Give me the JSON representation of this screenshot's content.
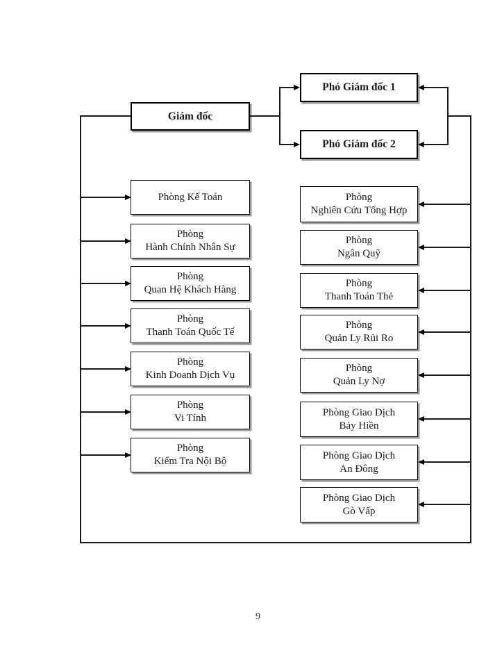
{
  "page": {
    "number": "9"
  },
  "org_chart": {
    "director": {
      "label": "Giám đốc"
    },
    "deputies": [
      {
        "label": "Phó Giám đốc 1"
      },
      {
        "label": "Phó Giám đốc 2"
      }
    ],
    "left_departments": [
      {
        "line1": "Phòng Kế Toán",
        "line2": ""
      },
      {
        "line1": "Phòng",
        "line2": "Hành Chính Nhân Sự"
      },
      {
        "line1": "Phòng",
        "line2": "Quan Hệ Khách Hàng"
      },
      {
        "line1": "Phòng",
        "line2": "Thanh Toán Quốc Tế"
      },
      {
        "line1": "Phòng",
        "line2": "Kinh Doanh Dịch Vụ"
      },
      {
        "line1": "Phòng",
        "line2": "Vi Tính"
      },
      {
        "line1": "Phòng",
        "line2": "Kiểm Tra Nội Bộ"
      }
    ],
    "right_departments": [
      {
        "line1": "Phòng",
        "line2": "Nghiên Cứu Tổng Hợp"
      },
      {
        "line1": "Phòng",
        "line2": "Ngân Quỹ"
      },
      {
        "line1": "Phòng",
        "line2": "Thanh Toán Thẻ"
      },
      {
        "line1": "Phòng",
        "line2": "Quản Ly Rủi Ro"
      },
      {
        "line1": "Phòng",
        "line2": "Quản Ly Nợ"
      },
      {
        "line1": "Phòng Giao Dịch",
        "line2": "Bảy Hiền"
      },
      {
        "line1": "Phòng Giao Dịch",
        "line2": "An Đông"
      },
      {
        "line1": "Phòng Giao Dịch",
        "line2": "Gò Vấp"
      }
    ],
    "colors": {
      "line": "#1a1a1a",
      "box_border": "#000000",
      "box_shadow": "#999999",
      "background": "#ffffff"
    }
  }
}
